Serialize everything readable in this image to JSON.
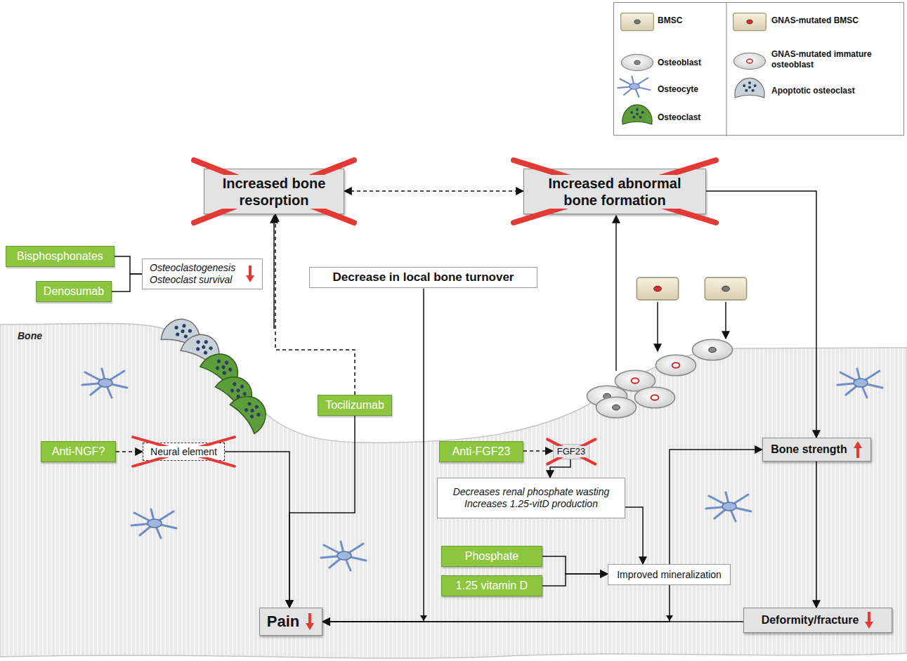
{
  "diagram": {
    "nodes": [
      {
        "text": [
          "Increased bone resorption"
        ]
      },
      {
        "text": [
          "Increased abnormal bone formation"
        ]
      },
      {
        "text": [
          "Bisphosphonates"
        ]
      },
      {
        "text": [
          "Denosumab"
        ]
      },
      {
        "text": [
          "Osteoclastogenesis Osteoclast survival"
        ]
      },
      {
        "text": [
          "Decrease in local bone turnover"
        ]
      },
      {
        "text": [
          "Tocilizumab"
        ]
      },
      {
        "text": [
          "Anti-NGF?"
        ]
      },
      {
        "text": [
          "Neural element"
        ]
      },
      {
        "text": [
          "Anti-FGF23"
        ]
      },
      {
        "text": [
          "FGF23"
        ]
      },
      {
        "text": [
          "Bone strength"
        ]
      },
      {
        "text": [
          "Decreases renal phosphate wasting Increases 1.25-vitD production"
        ]
      },
      {
        "text": [
          "Phosphate"
        ]
      },
      {
        "text": [
          "1.25 vitamin D"
        ]
      },
      {
        "text": [
          "Improved mineralization"
        ]
      },
      {
        "text": [
          "Pain"
        ]
      },
      {
        "text": [
          "Deformity/fracture"
        ]
      }
    ],
    "edges": [
      {
        "from": 0,
        "to": 1,
        "arrow": "both"
      },
      {
        "from": 2,
        "to": 4,
        "arrow": "none"
      },
      {
        "from": 3,
        "to": 4,
        "arrow": "none"
      },
      {
        "from": 6,
        "to": 0,
        "arrow": "to"
      },
      {
        "from": 6,
        "to": 16,
        "arrow": "to"
      },
      {
        "from": 7,
        "to": 8,
        "arrow": "to"
      },
      {
        "from": 8,
        "to": 16,
        "arrow": "to"
      },
      {
        "from": 5,
        "to": 16,
        "arrow": "to"
      },
      {
        "from": 9,
        "to": 10,
        "arrow": "to"
      },
      {
        "from": 10,
        "to": 12,
        "arrow": "to"
      },
      {
        "from": 12,
        "to": 15,
        "arrow": "to"
      },
      {
        "from": 13,
        "to": 15,
        "arrow": "to"
      },
      {
        "from": 14,
        "to": 15,
        "arrow": "to"
      },
      {
        "from": 15,
        "to": 11,
        "arrow": "to"
      },
      {
        "from": 15,
        "to": 16,
        "arrow": "to"
      },
      {
        "from": 1,
        "to": 11,
        "arrow": "to"
      },
      {
        "from": 11,
        "to": 17,
        "arrow": "to"
      },
      {
        "from": 17,
        "to": 16,
        "arrow": "to"
      }
    ],
    "labels": [
      "Bone"
    ],
    "legend": [
      {
        "text": "BMSC"
      },
      {
        "text": "Osteoblast"
      },
      {
        "text": "Osteocyte"
      },
      {
        "text": "Osteoclast"
      },
      {
        "text": "GNAS-mutated BMSC"
      },
      {
        "text": "GNAS-mutated immature osteoblast"
      },
      {
        "text": "Apoptotic osteoclast"
      }
    ]
  }
}
